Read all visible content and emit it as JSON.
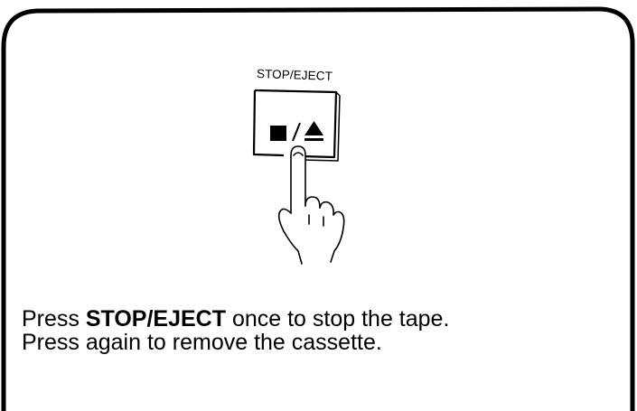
{
  "panel": {
    "button_label": "STOP/EJECT",
    "button_symbols": {
      "stop_icon": "stop-square-icon",
      "separator": "/",
      "eject_icon": "eject-triangle-icon"
    }
  },
  "instructions": {
    "line1_prefix": "Press ",
    "line1_bold": "STOP/EJECT",
    "line1_suffix": " once to stop the tape.",
    "line2": "Press again to remove the cassette."
  },
  "colors": {
    "ink": "#000000",
    "paper": "#ffffff"
  }
}
